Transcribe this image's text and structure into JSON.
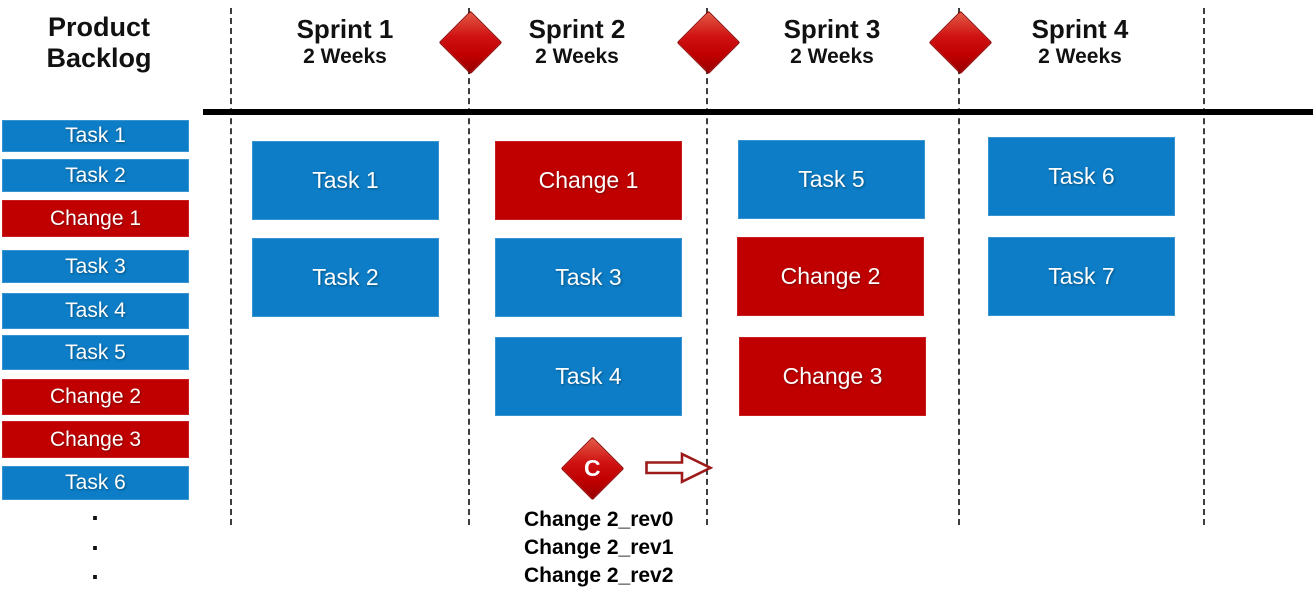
{
  "backlog": {
    "title": "Product\nBacklog",
    "items": [
      {
        "label": "Task 1",
        "type": "task"
      },
      {
        "label": "Task 2",
        "type": "task"
      },
      {
        "label": "Change 1",
        "type": "change"
      },
      {
        "label": "Task 3",
        "type": "task"
      },
      {
        "label": "Task 4",
        "type": "task"
      },
      {
        "label": "Task 5",
        "type": "task"
      },
      {
        "label": "Change 2",
        "type": "change"
      },
      {
        "label": "Change 3",
        "type": "change"
      },
      {
        "label": "Task 6",
        "type": "task"
      }
    ],
    "ellipsis": [
      ".",
      ".",
      "."
    ]
  },
  "timeline": {
    "sprints": [
      {
        "name": "Sprint 1",
        "duration": "2 Weeks"
      },
      {
        "name": "Sprint 2",
        "duration": "2 Weeks"
      },
      {
        "name": "Sprint 3",
        "duration": "2 Weeks"
      },
      {
        "name": "Sprint 4",
        "duration": "2 Weeks"
      }
    ],
    "milestone_icon": "red-diamond"
  },
  "board": {
    "columns": [
      {
        "sprint": "Sprint 1",
        "cards": [
          {
            "label": "Task 1",
            "type": "task"
          },
          {
            "label": "Task 2",
            "type": "task"
          }
        ]
      },
      {
        "sprint": "Sprint 2",
        "cards": [
          {
            "label": "Change 1",
            "type": "change"
          },
          {
            "label": "Task 3",
            "type": "task"
          },
          {
            "label": "Task 4",
            "type": "task"
          }
        ]
      },
      {
        "sprint": "Sprint 3",
        "cards": [
          {
            "label": "Task 5",
            "type": "task"
          },
          {
            "label": "Change 2",
            "type": "change"
          },
          {
            "label": "Change 3",
            "type": "change"
          }
        ]
      },
      {
        "sprint": "Sprint 4",
        "cards": [
          {
            "label": "Task 6",
            "type": "task"
          },
          {
            "label": "Task 7",
            "type": "task"
          }
        ]
      }
    ]
  },
  "change_annotation": {
    "badge": "C",
    "arrow_icon": "right-block-arrow",
    "revisions": [
      "Change 2_rev0",
      "Change 2_rev1",
      "Change 2_rev2"
    ]
  },
  "colors": {
    "task_blue": "#0c7dc6",
    "change_red": "#c00000",
    "milestone_red": "#c00000",
    "arrow_outline_red": "#9c1a1a",
    "timeline_black": "#000000"
  }
}
